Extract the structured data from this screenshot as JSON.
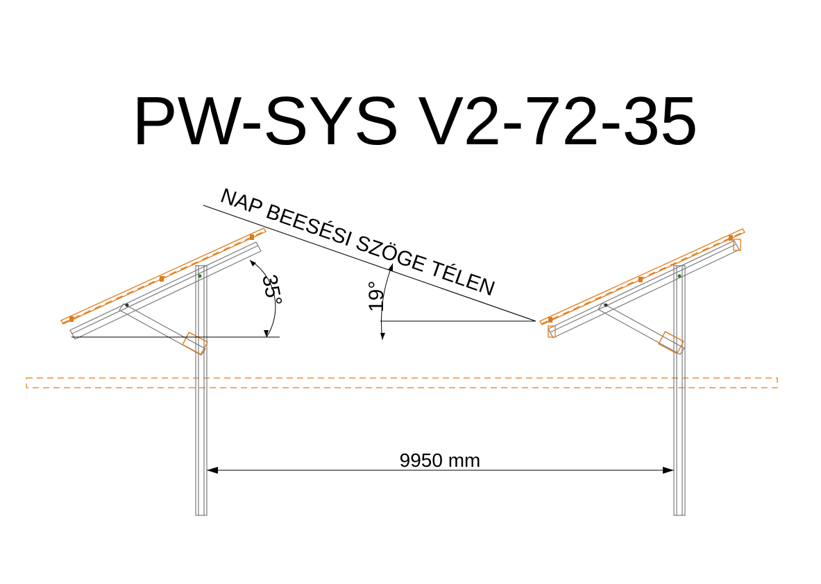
{
  "title": "PW-SYS V2-72-35",
  "annotations": {
    "sun_angle_label": "NAP BEESÉSI SZÖGE TÉLEN",
    "tilt_angle": "35°",
    "sun_angle": "19°",
    "row_distance": "9950 mm"
  },
  "colors": {
    "line": "#000000",
    "frame": "#7a7a7a",
    "accent": "#e07b1a"
  }
}
